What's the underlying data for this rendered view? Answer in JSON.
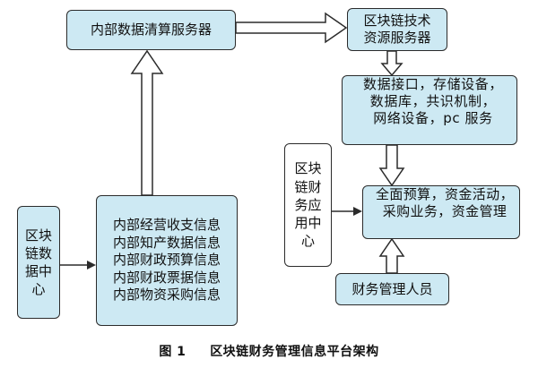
{
  "nodes": {
    "clearing_server": "内部数据清算服务器",
    "blockchain_tech": [
      "区块链技术",
      "资源服务器"
    ],
    "infrastructure": [
      "数据接口，存储设备，",
      "数据库，共识机制，",
      "网络设备，pc 服务"
    ],
    "finance_app_center": [
      "区块",
      "链财",
      "务应",
      "用中",
      "心"
    ],
    "finance_activities": [
      "全面预算，资金活动，",
      "采购业务，资金管理"
    ],
    "finance_staff": "财务管理人员",
    "data_center": [
      "区块",
      "链数",
      "据中",
      "心"
    ],
    "internal_info": [
      "内部经营收支信息",
      "内部知产数据信息",
      "内部财政预算信息",
      "内部财政票据信息",
      "内部物资采购信息"
    ]
  },
  "caption": {
    "figure_label": "图 1",
    "title": "区块链财务管理信息平台架构"
  },
  "colors": {
    "node_fill": "#cde9f3",
    "border": "#2b2b2b"
  }
}
